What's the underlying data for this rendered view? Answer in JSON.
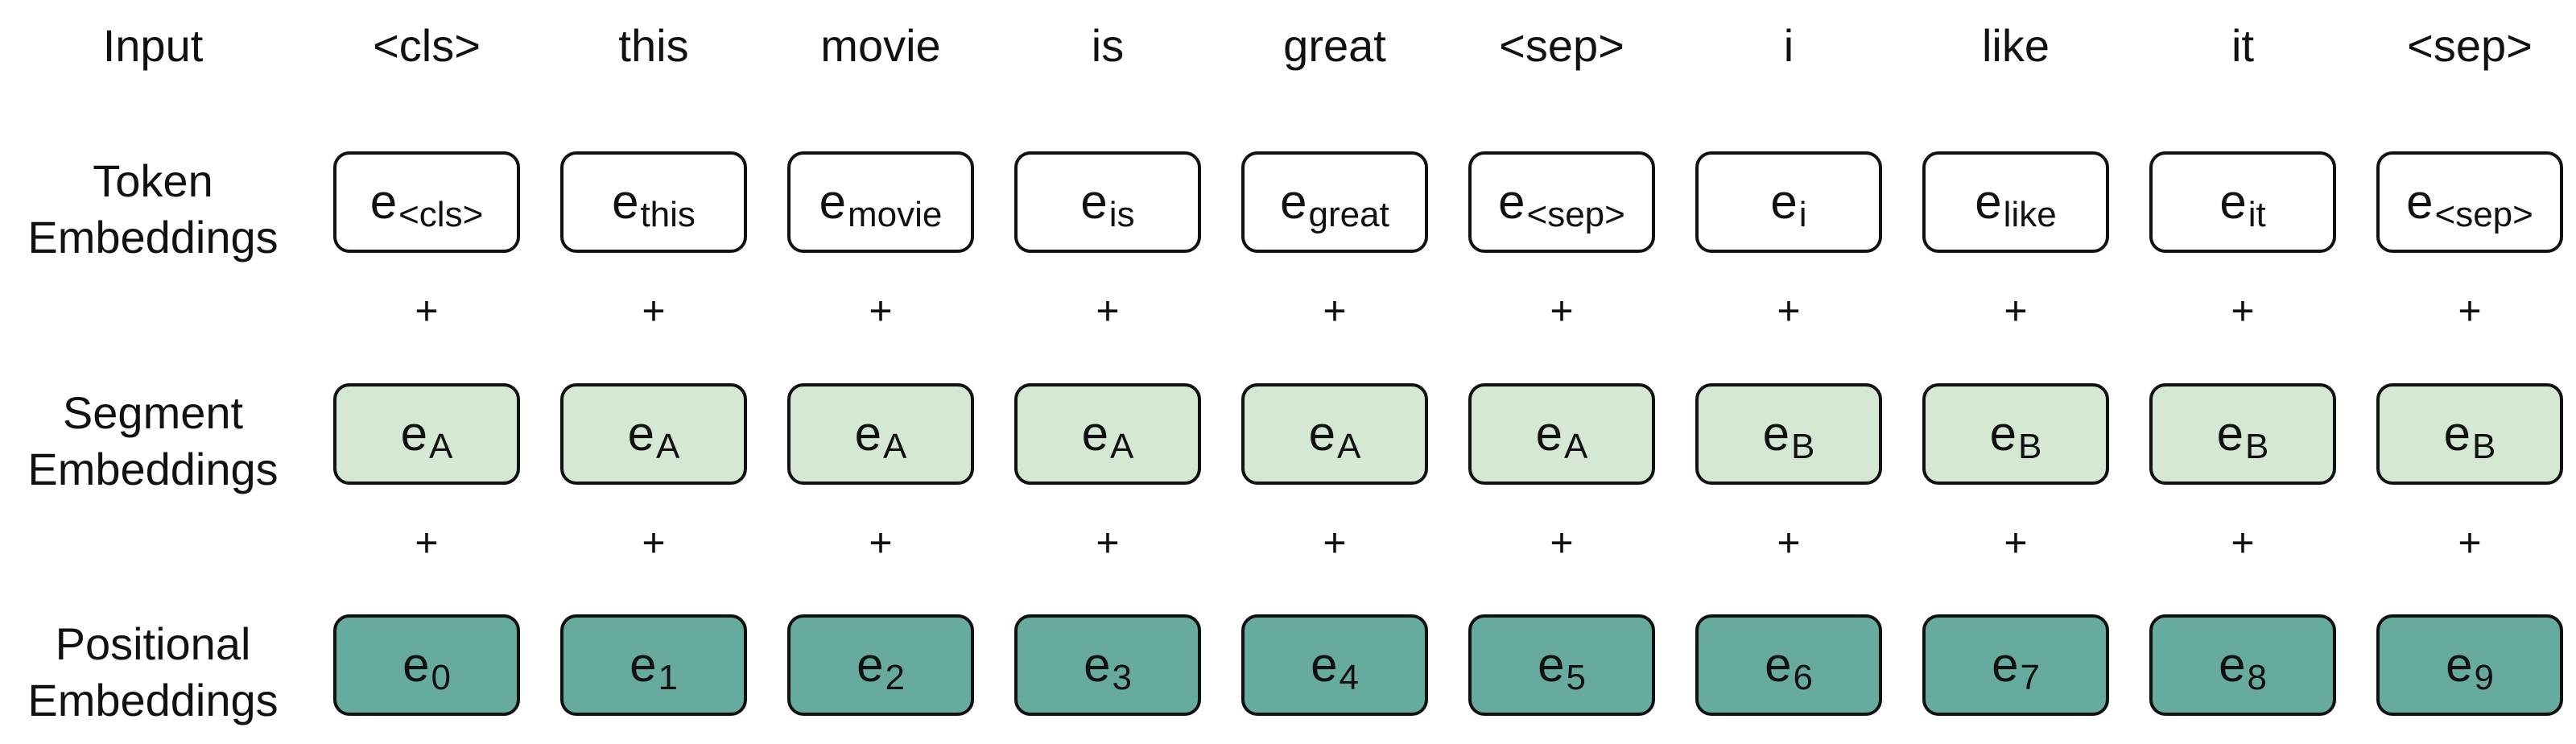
{
  "colors": {
    "token_fill": "#ffffff",
    "segment_fill": "#d5e8d4",
    "positional_fill": "#67ab9f",
    "border": "#111111"
  },
  "rows": {
    "input": {
      "label": "Input"
    },
    "token": {
      "label_lines": [
        "Token",
        "Embeddings"
      ]
    },
    "segment": {
      "label_lines": [
        "Segment",
        "Embeddings"
      ]
    },
    "positional": {
      "label_lines": [
        "Positional",
        "Embeddings"
      ]
    }
  },
  "operator": "+",
  "columns": [
    {
      "input": "<cls>",
      "token_sub": "<cls>",
      "segment_sub": "A",
      "positional_sub": "0"
    },
    {
      "input": "this",
      "token_sub": "this",
      "segment_sub": "A",
      "positional_sub": "1"
    },
    {
      "input": "movie",
      "token_sub": "movie",
      "segment_sub": "A",
      "positional_sub": "2"
    },
    {
      "input": "is",
      "token_sub": "is",
      "segment_sub": "A",
      "positional_sub": "3"
    },
    {
      "input": "great",
      "token_sub": "great",
      "segment_sub": "A",
      "positional_sub": "4"
    },
    {
      "input": "<sep>",
      "token_sub": "<sep>",
      "segment_sub": "A",
      "positional_sub": "5"
    },
    {
      "input": "i",
      "token_sub": "i",
      "segment_sub": "B",
      "positional_sub": "6"
    },
    {
      "input": "like",
      "token_sub": "like",
      "segment_sub": "B",
      "positional_sub": "7"
    },
    {
      "input": "it",
      "token_sub": "it",
      "segment_sub": "B",
      "positional_sub": "8"
    },
    {
      "input": "<sep>",
      "token_sub": "<sep>",
      "segment_sub": "B",
      "positional_sub": "9"
    }
  ],
  "embedding_base": "e"
}
